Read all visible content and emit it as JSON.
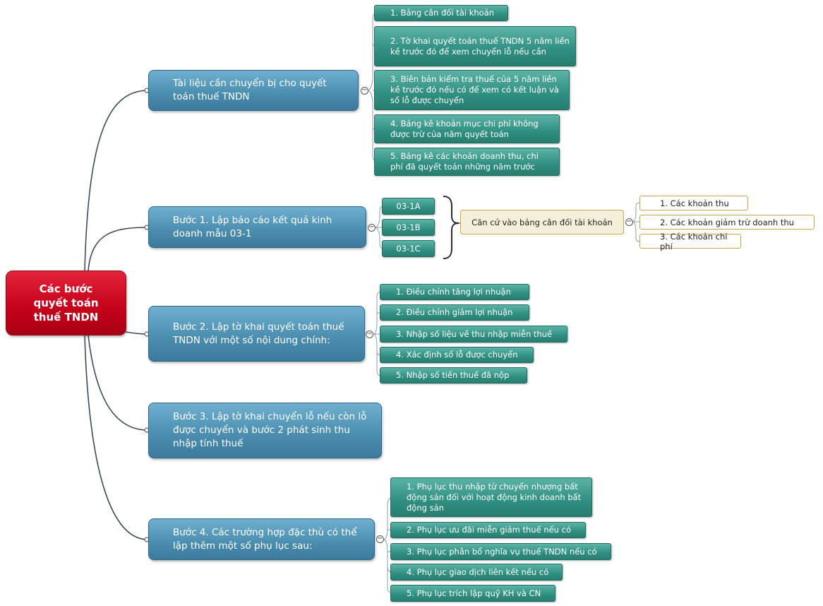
{
  "root": {
    "label": "Các bước quyết toán thuế TNDN"
  },
  "topics": [
    {
      "label": "Tài liệu cần chuyển bị cho quyết toán thuế TNDN",
      "subtopics": [
        "1. Bảng cân đối tài khoản",
        "2. Tờ khai  quyết toán thuế TNDN 5 năm liền kề trước đó để xem chuyển lỗ nếu cần",
        "3. Biên bản kiểm tra thuế của 5 năm liền kề trước đó nếu có để xem có kết luận và số lỗ được chuyển",
        "4. Bảng kê khoản mục chi phí không được trừ của năm quyết toán",
        "5. Bảng kê các khoản doanh thu, chi phí đã quyết toán những năm trước"
      ]
    },
    {
      "label": "Bước 1. Lập báo cáo kết quả kinh doanh mẫu 03-1",
      "subtopics": [
        "03-1A",
        "03-1B",
        "03-1C"
      ],
      "basis": {
        "label": "Căn cứ vào bảng cân đối tài khoản",
        "items": [
          "1. Các khoản thu",
          "2. Các khoản giảm trừ doanh thu",
          "3. Các khoản chi phí"
        ]
      }
    },
    {
      "label": "Bước 2. Lập tờ khai quyết toán thuế TNDN với một số nội dung chính:",
      "subtopics": [
        "1. Điều chỉnh tăng lợi  nhuận",
        "2. Điều chỉnh giảm lợi nhuận",
        "3. Nhập số liệu về thu nhập miễn thuế",
        "4. Xác định số lỗ được chuyển",
        "5. Nhập số tiền thuế đã nộp"
      ]
    },
    {
      "label": "Bước 3. Lập tờ khai chuyển lỗ nếu còn lỗ được chuyển và bước 2 phát sinh thu nhập tính thuế",
      "subtopics": []
    },
    {
      "label": "Bước 4. Các trường hợp đặc thù có thể lập thêm một số phụ lục sau:",
      "subtopics": [
        "1. Phụ lục thu nhập từ chuyển nhượng bất động sản đối với hoạt động kinh doanh bất động sản",
        "2. Phụ lục ưu đãi miễn giảm thuế nếu có",
        "3. Phụ lục phân bổ nghĩa vụ thuế TNDN nếu có",
        "4. Phụ lục giao dịch liên kết nếu có",
        "5. Phụ lục trích lập quỹ KH và CN"
      ]
    }
  ],
  "collapse_symbol": "−"
}
